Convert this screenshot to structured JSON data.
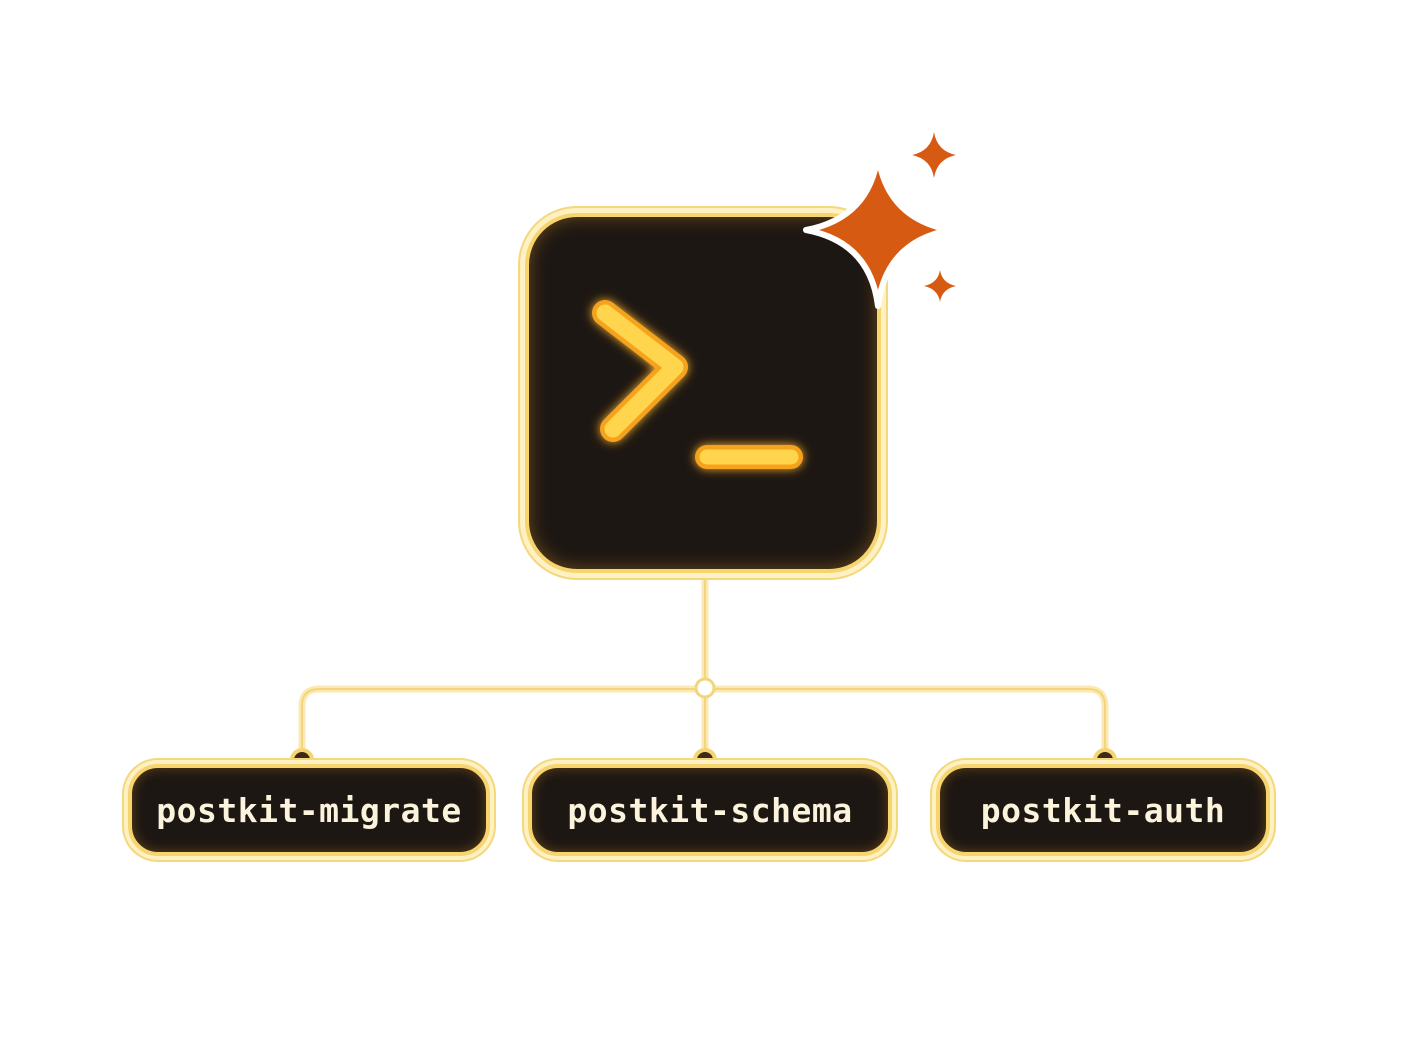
{
  "diagram": {
    "root": {
      "icon": "terminal-prompt-icon",
      "badge_icon": "sparkle-icon"
    },
    "children": [
      {
        "id": "migrate",
        "label": "postkit-migrate"
      },
      {
        "id": "schema",
        "label": "postkit-schema"
      },
      {
        "id": "auth",
        "label": "postkit-auth"
      }
    ]
  },
  "colors": {
    "background": "#ffffff",
    "node_fill": "#1d1713",
    "node_border": "#f6d46e",
    "prompt_glyph": "#ffd24a",
    "connector": "#f6dc8a",
    "sparkle": "#d75a12",
    "label_text": "#fbf3dc"
  }
}
